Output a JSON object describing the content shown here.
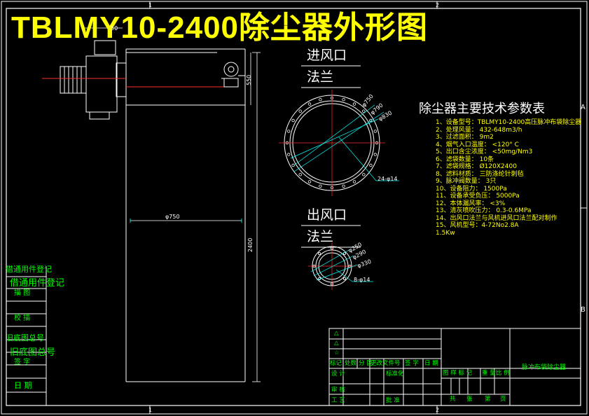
{
  "title": "TBLMY10-2400除尘器外形图",
  "grid": {
    "col_labels": [
      "1",
      "2"
    ],
    "row_labels": [
      "A",
      "B"
    ]
  },
  "inlet": {
    "line1": "进风口",
    "line2": "法兰",
    "dims": [
      "φ750",
      "φ790",
      "φ830",
      "24-φ14"
    ]
  },
  "outlet": {
    "line1": "出风口",
    "line2": "法兰",
    "dims": [
      "φ250",
      "φ290",
      "φ330",
      "8-φ14"
    ]
  },
  "elevation_dims": {
    "top_width": "50",
    "top_height": "550",
    "body_diameter": "φ750",
    "total_height": "2400"
  },
  "params": {
    "title": "除尘器主要技术参数表",
    "items": [
      "1、设备型号：TBLMY10-2400高压脉冲布袋除尘器",
      "2、处理风量：  432-648m3/h",
      "3、过滤面积：  9m2",
      "4、烟气入口温度：  <120° C",
      "5、出口含尘浓度：  <50mg/Nm3",
      "6、滤袋数量：  10条",
      "7、滤袋规格：  Ø120X2400",
      "8、滤料材质：  三防涤纶针刺毡",
      "9、脉冲阀数量：   3只",
      "10、设备阻力：    1500Pa",
      "11、设备承受负压：   5000Pa",
      "12、本体漏风率：   <3%",
      "13、清灰喷吹压力：  0.3-0.6MPa",
      "14、出风口法兰与风机进风口法兰配对制作",
      "15、风机型号：4-72No2.8A",
      "1.5Kw"
    ]
  },
  "side_table": {
    "rows": [
      "借通用件登记",
      "借通用件登记",
      "描 图",
      "校 描",
      "旧底图总号",
      "旧底图总号",
      "签 字",
      "日 期"
    ]
  },
  "title_block": {
    "marks": [
      "△",
      "△",
      "☆"
    ],
    "header": [
      "标记",
      "处数",
      "分 区",
      "更改文件号",
      "签 字",
      "日 期"
    ],
    "design": "设 计",
    "standard": "标准化",
    "review": "审 核",
    "process": "工 艺",
    "approve": "批 准",
    "stage_header": [
      "图 样 标 记",
      "重 量",
      "比 例"
    ],
    "sheet": [
      "共",
      "张",
      "第",
      "页"
    ],
    "drawing_name": "脉冲布袋除尘器"
  }
}
